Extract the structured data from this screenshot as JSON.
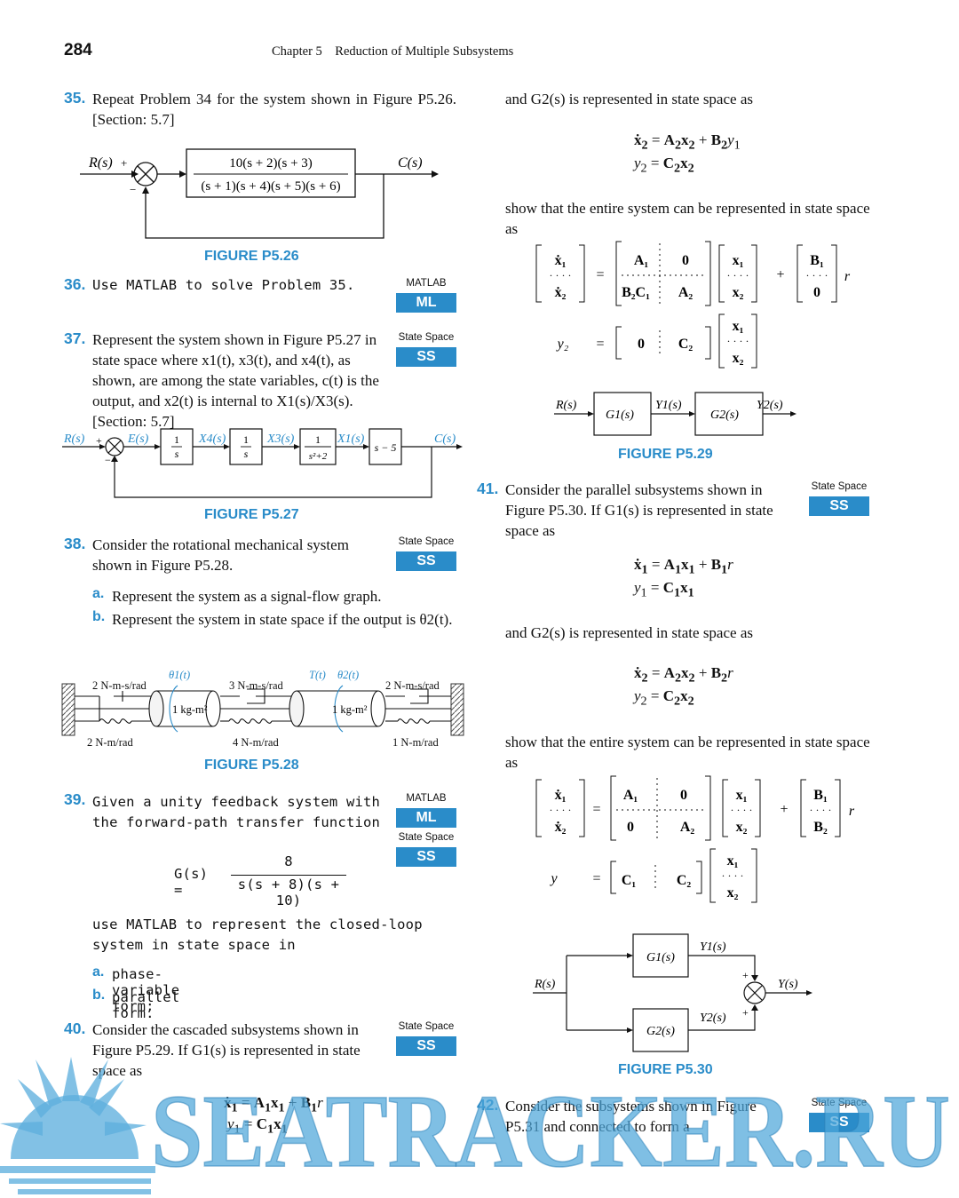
{
  "header": {
    "page_number": "284",
    "running_head": "Chapter 5    Reduction of Multiple Subsystems"
  },
  "problems": {
    "p35": {
      "num": "35.",
      "text": "Repeat Problem 34 for the system shown in Figure P5.26. [Section: 5.7]"
    },
    "p36": {
      "num": "36.",
      "text": "Use MATLAB to solve Problem 35."
    },
    "p37": {
      "num": "37.",
      "text": "Represent the system shown in Figure P5.27 in state space where x1(t), x3(t), and x4(t), as shown, are among the state variables, c(t) is the output, and x2(t) is internal to X1(s)/X3(s). [Section: 5.7]"
    },
    "p38": {
      "num": "38.",
      "text": "Consider the rotational mechanical system shown in Figure P5.28.",
      "a_label": "a.",
      "a": "Represent the system as a signal-flow graph.",
      "b_label": "b.",
      "b": "Represent the system in state space if the output is θ2(t)."
    },
    "p39": {
      "num": "39.",
      "text": "Given a unity feedback system with the forward-path transfer function",
      "eq_lhs": "G(s) =",
      "eq_num": "8",
      "eq_den": "s(s + 8)(s + 10)",
      "text2": "use MATLAB to represent the closed-loop system in state space in",
      "a_label": "a.",
      "a": "phase-variable form;",
      "b_label": "b.",
      "b": "parallel form."
    },
    "p40": {
      "num": "40.",
      "text": "Consider the cascaded subsystems shown in Figure P5.29. If G1(s) is represented in state space as",
      "text2": "and G2(s) is represented in state space as",
      "text3": "show that the entire system can be represented in state space as"
    },
    "p41": {
      "num": "41.",
      "text": "Consider the parallel subsystems shown in Figure P5.30. If G1(s) is represented in state space as",
      "text2": "and G2(s) is represented in state space as",
      "text3": "show that the entire system can be represented in state space as"
    },
    "p42": {
      "num": "42.",
      "text": "Consider the subsystems shown in Figure P5.31 and connected to form a"
    }
  },
  "badges": {
    "matlab_label": "MATLAB",
    "matlab": "ML",
    "ss_label": "State Space",
    "ss": "SS"
  },
  "figures": {
    "p5_26": {
      "caption": "FIGURE P5.26",
      "input": "R(s)",
      "output": "C(s)",
      "num": "10(s + 2)(s + 3)",
      "den": "(s + 1)(s + 4)(s + 5)(s + 6)",
      "plus": "+",
      "minus": "−"
    },
    "p5_27": {
      "caption": "FIGURE P5.27",
      "R": "R(s)",
      "E": "E(s)",
      "X4": "X4(s)",
      "X3": "X3(s)",
      "X1": "X1(s)",
      "C": "C(s)",
      "b1": "1/s",
      "b2": "1/s",
      "b3": "1/(s²+2)",
      "b4": "s − 5",
      "plus": "+",
      "minus": "−"
    },
    "p5_28": {
      "caption": "FIGURE P5.28",
      "d1": "2 N-m-s/rad",
      "d2": "3 N-m-s/rad",
      "d3": "2 N-m-s/rad",
      "k1": "2 N-m/rad",
      "k2": "4 N-m/rad",
      "k3": "1 N-m/rad",
      "J1": "1 kg-m²",
      "J2": "1 kg-m²",
      "theta1": "θ1(t)",
      "torque": "T(t)",
      "theta2": "θ2(t)"
    },
    "p5_29": {
      "caption": "FIGURE P5.29",
      "R": "R(s)",
      "G1": "G1(s)",
      "Y1": "Y1(s)",
      "G2": "G2(s)",
      "Y2": "Y2(s)"
    },
    "p5_30": {
      "caption": "FIGURE P5.30",
      "R": "R(s)",
      "G1": "G1(s)",
      "Y1": "Y1(s)",
      "G2": "G2(s)",
      "Y2": "Y2(s)",
      "Y": "Y(s)"
    }
  },
  "watermark": "SEATRACKER.RU"
}
